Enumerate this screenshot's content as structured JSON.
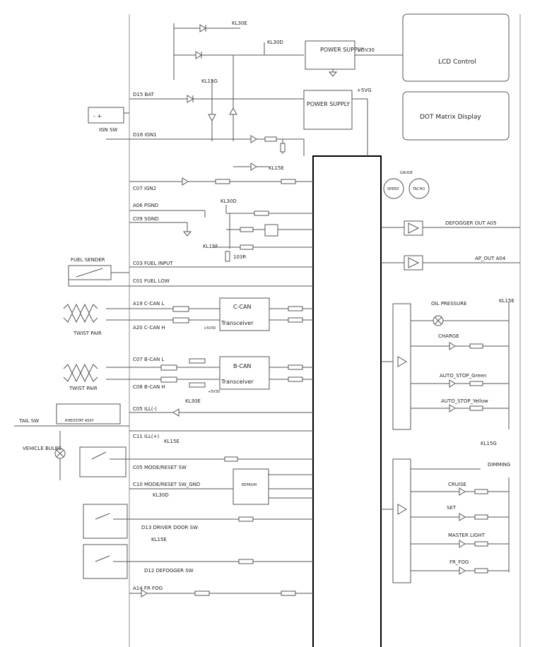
{
  "nodes": {
    "kl30e_top": "KL30E",
    "kl30d_top": "KL30D",
    "kl15g": "KL15G",
    "power_supply_1": "POWER SUPPLY",
    "v5_30": "+5V30",
    "v5g": "+5VG",
    "power_supply_2": "POWER SUPPLY",
    "lcd_control": "LCD Control",
    "dot_matrix": "DOT Matrix Display",
    "d15_bat": "D15 BAT",
    "ign_sw": "IGN SW",
    "d16_ign1": "D16 IGN1",
    "kl15e_1": "KL15E",
    "c07_ign2": "C07 IGN2",
    "gauge": "GAUGE",
    "speed": "SPEED",
    "tacho": "TACHO",
    "a06_pgnd": "A06 PGND",
    "c09_sgnd": "C09 SGND",
    "kl30d_mid": "KL30D",
    "kl15f": "KL15F",
    "r_103": "103R",
    "defogger_out": "DEFOGGER OUT A05",
    "fuel_sender": "FUEL SENDER",
    "c03_fuel_input": "C03 FUEL INPUT",
    "c01_fuel_low": "C01 FUEL LOW",
    "ap_out": "AP_OUT A04",
    "a19_c_can_l": "A19 C-CAN L",
    "a20_c_can_h": "A20 C-CAN H",
    "c_can": "C-CAN",
    "transceiver_1": "Transceiver",
    "v5_30_c": "+5V30",
    "twist_pair_1": "TWIST PAIR",
    "oil_pressure": "OIL PRESSURE",
    "kl15e_2": "KL15E",
    "charge": "CHARGE",
    "c07_b_can_l": "C07 B-CAN L",
    "c08_b_can_h": "C08 B-CAN H",
    "b_can": "B-CAN",
    "transceiver_2": "Transceiver",
    "v5_30_b": "+5V30",
    "twist_pair_2": "TWIST PAIR",
    "auto_stop_green": "AUTO_STOP_Green",
    "auto_stop_yellow": "AUTO_STOP_Yellow",
    "c05_ill_minus": "C05 ILL(-)",
    "kl30e_mid": "KL30E",
    "tail_sw": "TAIL SW",
    "rheostat": "RHEOSTAT ASSY",
    "c11_ill_plus": "C11 ILL(+)",
    "vehicle_bulbs": "VEHICLE BULBS",
    "kl15e_3": "KL15E",
    "c05_mode_reset": "C05 MODE/RESET SW",
    "c10_mode_reset_gnd": "C10 MODE/RESET SW_GND",
    "eeprom": "EEPROM",
    "kl15g_right": "KL15G",
    "dimming": "DIMMING",
    "cruise": "CRUISE",
    "set": "SET",
    "kl30d_low": "KL30D",
    "d13_driver_door": "D13 DRIVER DOOR SW",
    "master_light": "MASTER LIGHT",
    "kl15e_4": "KL15E",
    "d12_defogger": "D12 DEFOGGER SW",
    "fr_fog": "FR_FOG",
    "a14_fr_fog": "A14 FR FOG"
  }
}
